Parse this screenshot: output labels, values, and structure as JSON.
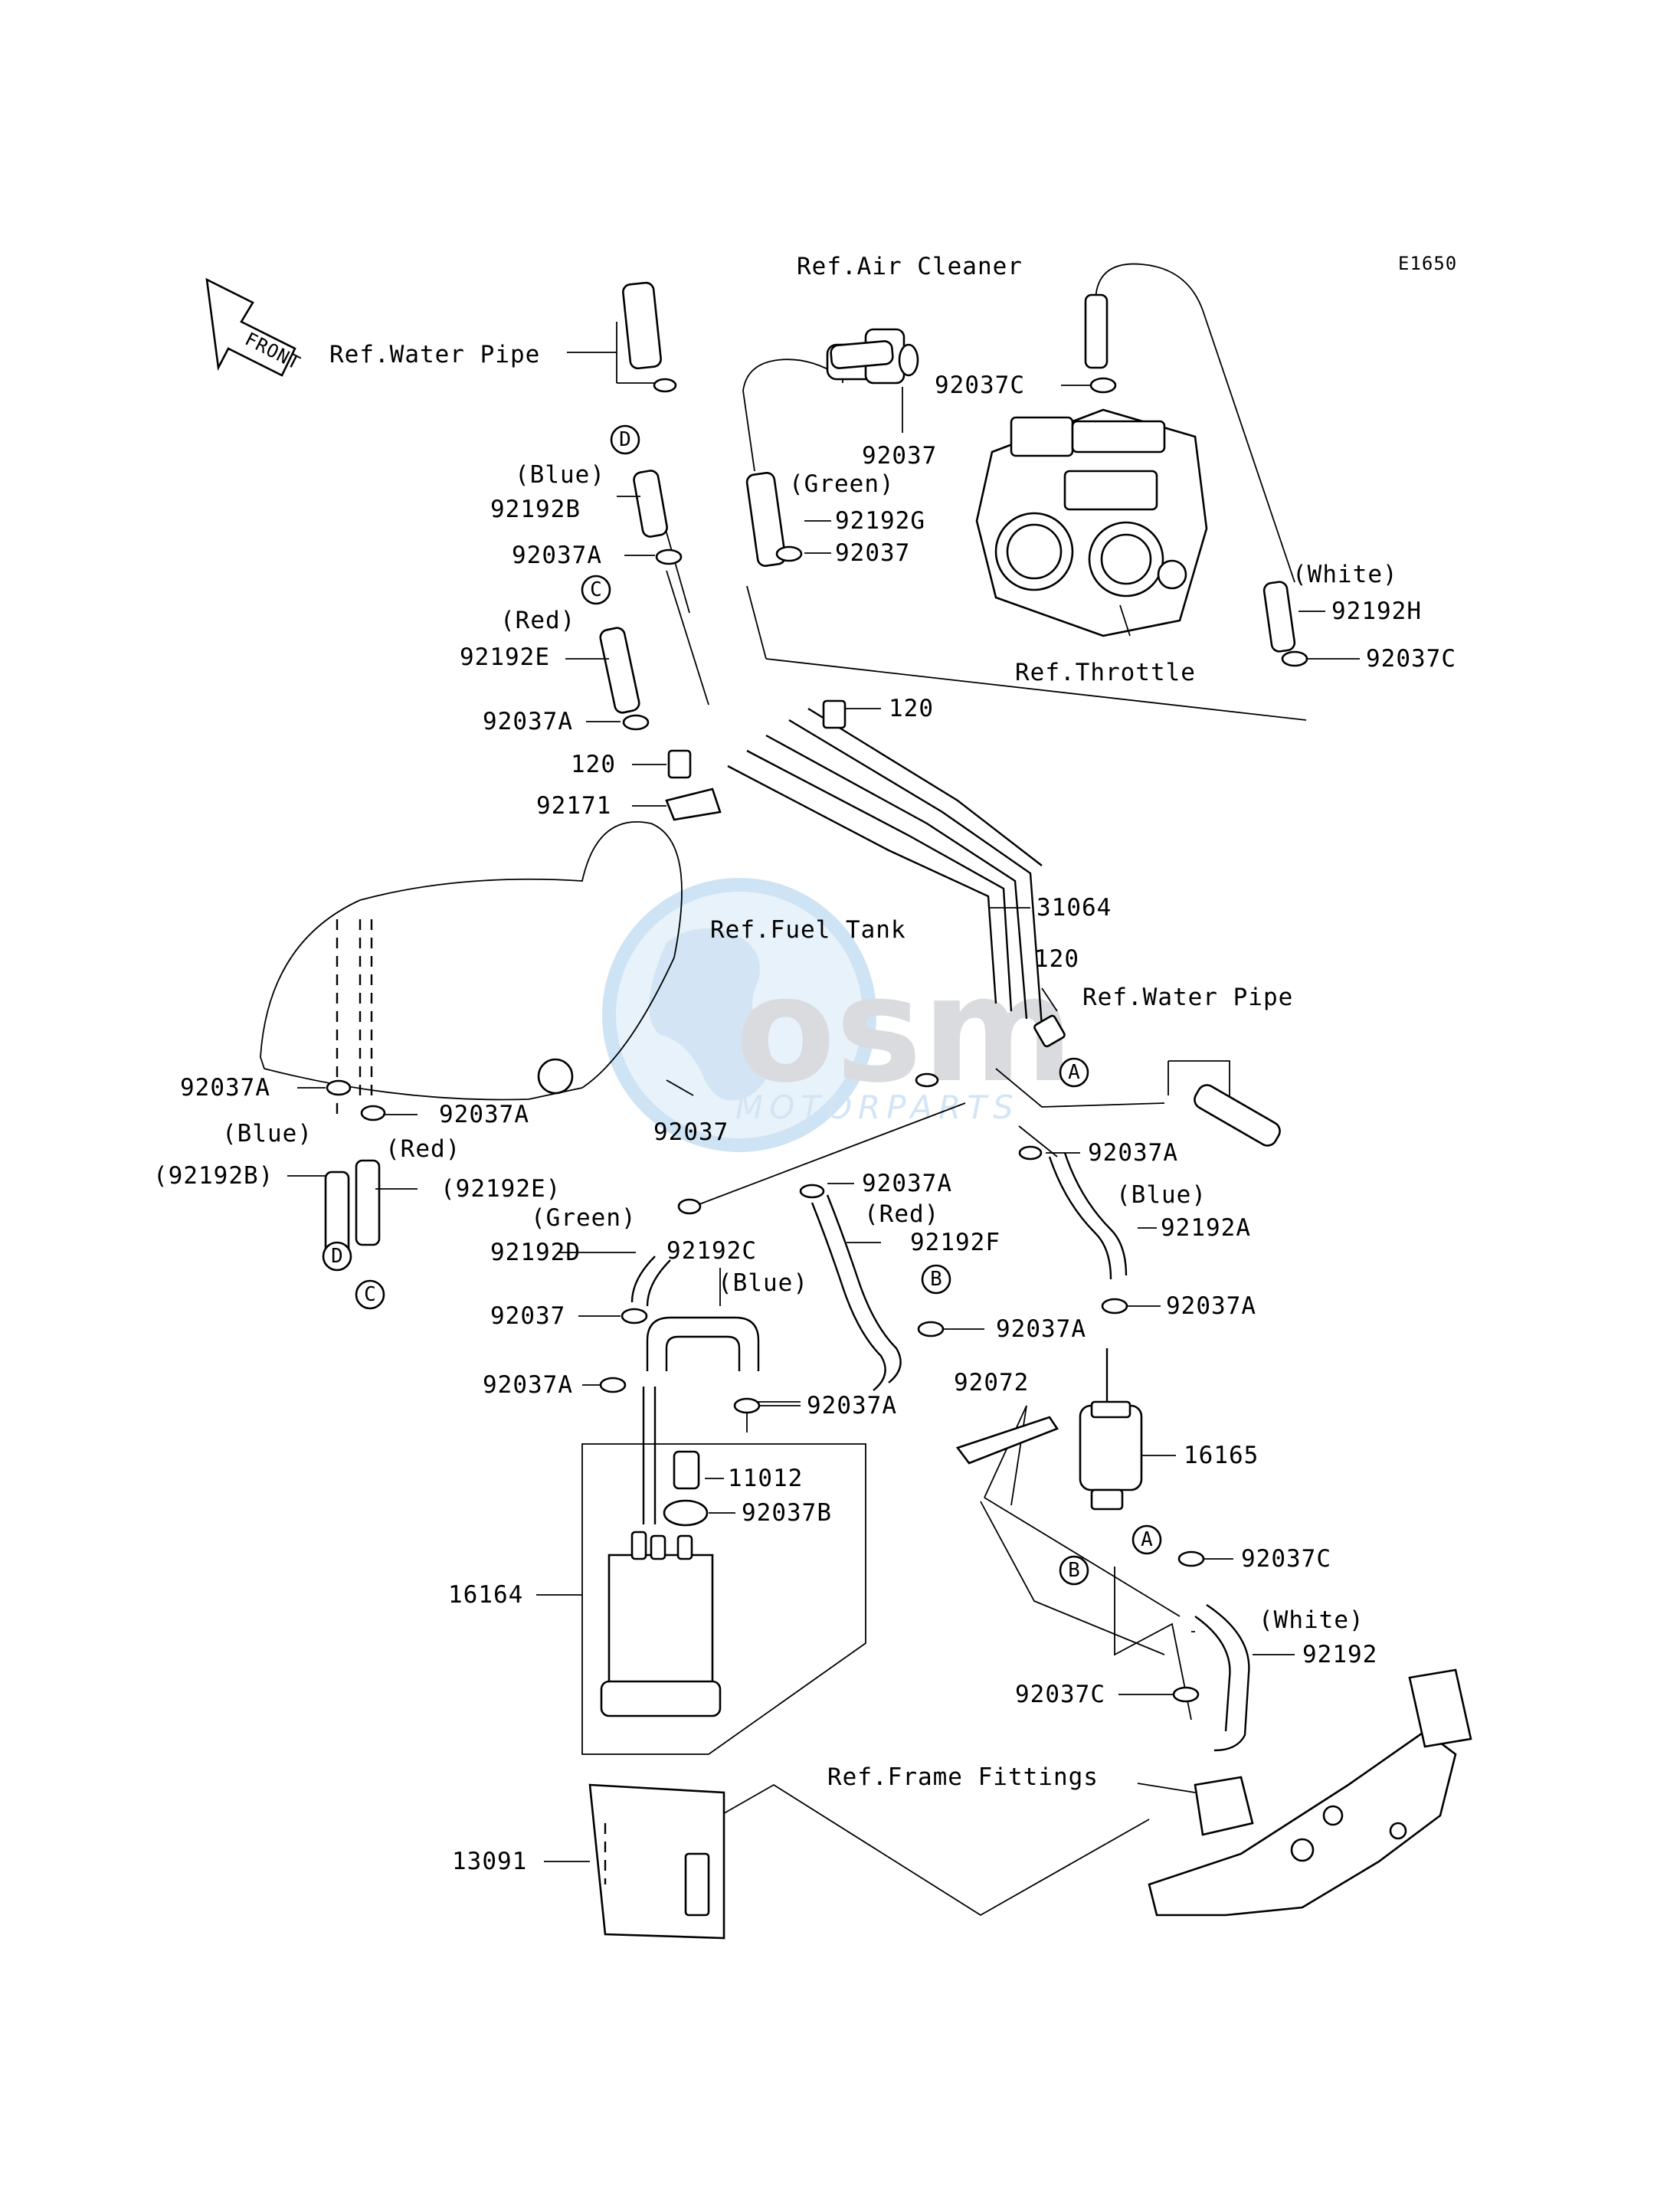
{
  "diagram_code": "E1650",
  "front_arrow": "FRONT",
  "watermark": {
    "brand": "osm",
    "sub": "MOTORPARTS"
  },
  "refs": {
    "air_cleaner": "Ref.Air Cleaner",
    "water_pipe_top": "Ref.Water Pipe",
    "throttle": "Ref.Throttle",
    "fuel_tank": "Ref.Fuel Tank",
    "water_pipe_right": "Ref.Water Pipe",
    "frame_fittings": "Ref.Frame Fittings"
  },
  "colors": {
    "blue_1": "(Blue)",
    "green_1": "(Green)",
    "red_1": "(Red)",
    "white_1": "(White)",
    "blue_2": "(Blue)",
    "red_2": "(Red)",
    "green_2": "(Green)",
    "blue_3": "(Blue)",
    "red_3": "(Red)",
    "blue_4": "(Blue)",
    "white_2": "(White)"
  },
  "parts": {
    "p92037c_top": "92037C",
    "p92037_ac": "92037",
    "p92192b": "92192B",
    "p92192g": "92192G",
    "p92037_g": "92037",
    "p92037a_1": "92037A",
    "p92192h": "92192H",
    "p92192e": "92192E",
    "p92037c_right": "92037C",
    "p92037a_2": "92037A",
    "p120_a": "120",
    "p120_b": "120",
    "p92171": "92171",
    "p31064": "31064",
    "p120_c": "120",
    "p92037a_3": "92037A",
    "p92037a_4": "92037A",
    "p92037_mid": "92037",
    "p92037a_5": "92037A",
    "p92192b_paren": "(92192B)",
    "p92192e_paren": "(92192E)",
    "p92037a_6": "92037A",
    "p92192d": "92192D",
    "p92192c": "92192C",
    "p92192f": "92192F",
    "p92192a": "92192A",
    "p92037_left": "92037",
    "p92037a_7": "92037A",
    "p92037a_8": "92037A",
    "p92037a_9": "92037A",
    "p92072": "92072",
    "p92037a_10": "92037A",
    "p11012": "11012",
    "p16165": "16165",
    "p92037b": "92037B",
    "p92037c_3": "92037C",
    "p16164": "16164",
    "p92192": "92192",
    "p92037c_4": "92037C",
    "p13091": "13091"
  },
  "markers": {
    "a": "A",
    "b": "B",
    "c": "C",
    "d": "D"
  }
}
